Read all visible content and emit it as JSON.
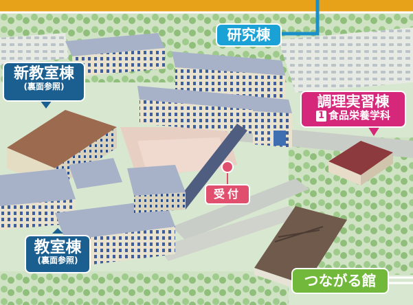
{
  "labels": {
    "research": {
      "name": "研究棟"
    },
    "new_classroom": {
      "name": "新教室棟",
      "note": "(裏面参照)"
    },
    "cooking": {
      "name": "調理実習棟",
      "badge": "1",
      "department": "食品栄養学科"
    },
    "classroom": {
      "name": "教室棟",
      "note": "(裏面参照)"
    },
    "reception": {
      "name": "受付"
    },
    "tsunagaru": {
      "name": "つながる館"
    }
  },
  "colors": {
    "research": "#1aa1d6",
    "classroom": "#1b5f91",
    "cooking": "#d6287b",
    "reception": "#e0506e",
    "tsunagaru": "#72b83a",
    "frame": "#e8a21a",
    "path": "#1a8fc8"
  }
}
